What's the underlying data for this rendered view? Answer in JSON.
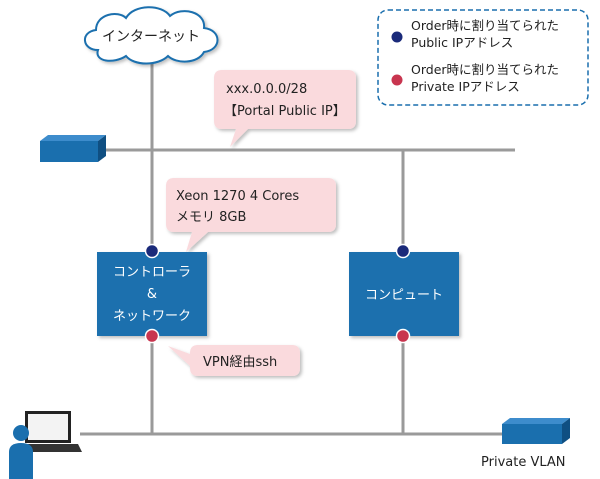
{
  "internet": {
    "label": "インターネット"
  },
  "legend": {
    "public_text": [
      "Order時に割り当てられた",
      "Public IPアドレス"
    ],
    "private_text": [
      "Order時に割り当てられた",
      "Private IPアドレス"
    ],
    "public_color": "#1a2a7a",
    "private_color": "#c8354f"
  },
  "callouts": {
    "portal_ip": [
      "xxx.0.0.0/28",
      "【Portal Public IP】"
    ],
    "controller_spec": [
      "Xeon 1270 4 Cores",
      "メモリ 8GB"
    ],
    "vpn": "VPN経由ssh"
  },
  "nodes": {
    "controller": [
      "コントローラ",
      "&",
      "ネットワーク"
    ],
    "compute": "コンピュート"
  },
  "networks": {
    "private_vlan": "Private VLAN"
  },
  "colors": {
    "node_fill": "#1a6fae",
    "callout_fill": "#fadadd",
    "line": "#9a9a9a",
    "switch_fill": "#1a6fae"
  }
}
